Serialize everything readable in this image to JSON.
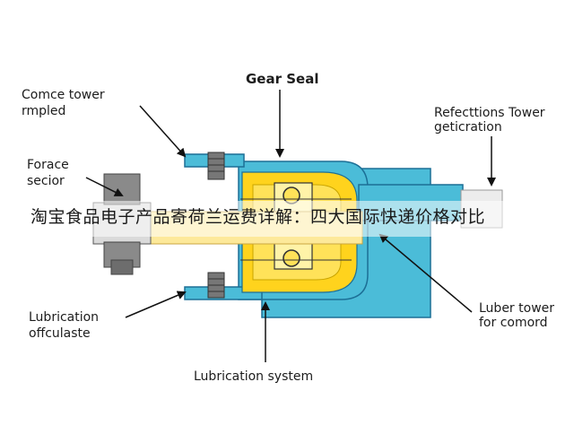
{
  "labels": {
    "title": "Gear Seal",
    "comce_tower": [
      "Comce tower",
      "rmpled"
    ],
    "forace_secior": [
      "Forace",
      "secior"
    ],
    "lubrication_offculaste": [
      "Lubrication",
      "offculaste"
    ],
    "lubrication_system": "Lubrication system",
    "refections_tower": [
      "Refecttions Tower",
      "geticration"
    ],
    "luber_tower": [
      "Luber tower",
      "for comord"
    ]
  },
  "watermark": "淘宝食品电子产品寄荷兰运费详解：四大国际快递价格对比",
  "colors": {
    "housing_blue": "#4bbcd8",
    "seal_yellow": "#ffd31d",
    "shaft_pale": "#fde99a",
    "housing_edge": "#1c6f96",
    "gear_gray": "#7b7b7b",
    "arrow": "#111111"
  }
}
